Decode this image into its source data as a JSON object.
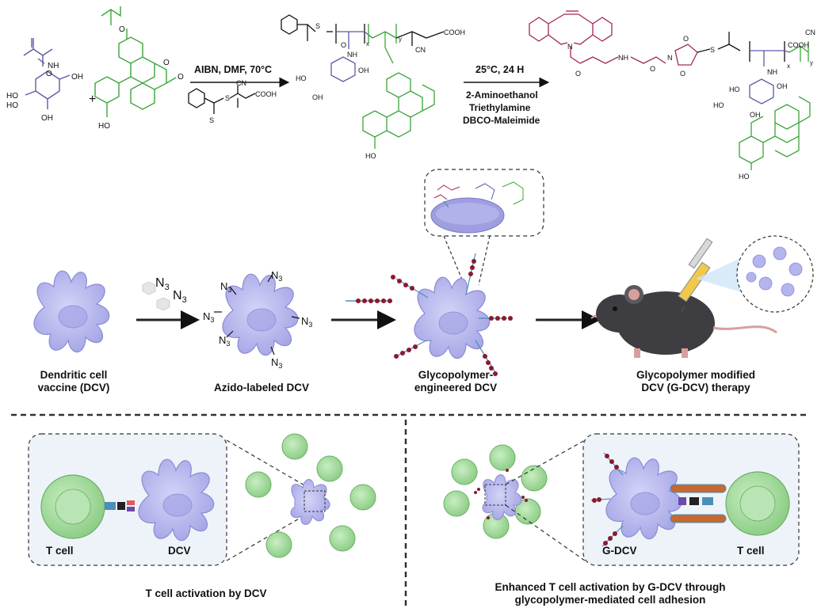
{
  "synthesis": {
    "step1": {
      "reagents": "AIBN, DMF, 70°C",
      "cta_label": "COOH"
    },
    "step2": {
      "conditions": "25°C, 24 H",
      "reagent_1": "2-Aminoethanol",
      "reagent_2": "Triethylamine",
      "reagent_3": "DBCO-Maleimide"
    },
    "plus": "+",
    "atoms": {
      "oh": "OH",
      "ho": "HO",
      "nh": "NH",
      "cn": "CN",
      "cooh": "COOH",
      "o": "O",
      "n": "N",
      "s": "S",
      "x": "x",
      "y": "y"
    }
  },
  "workflow": {
    "azide": {
      "n": "N",
      "sub": "3"
    },
    "labels": {
      "dcv_line1": "Dendritic cell",
      "dcv_line2": "vaccine (DCV)",
      "azido": "Azido-labeled DCV",
      "engineered_line1": "Glycopolymer-",
      "engineered_line2": "engineered DCV",
      "therapy_line1": "Glycopolymer modified",
      "therapy_line2": "DCV (G-DCV) therapy"
    }
  },
  "bottom": {
    "left": {
      "t_cell": "T cell",
      "dcv": "DCV",
      "caption": "T cell activation by DCV"
    },
    "right": {
      "gdcv": "G-DCV",
      "t_cell": "T cell",
      "caption_line1": "Enhanced T cell activation by G-DCV through",
      "caption_line2": "glycopolymer-mediated cell adhesion"
    }
  },
  "colors": {
    "sugar": "#5b5ba8",
    "fluorescein": "#3aa63a",
    "dbco": "#a3265c",
    "azide": "#e05c5c",
    "dc_fill": "#bcbcf0",
    "tcell_fill": "#a9dba4",
    "chain": "#8a1a2c",
    "box_fill": "#eef3f9"
  }
}
